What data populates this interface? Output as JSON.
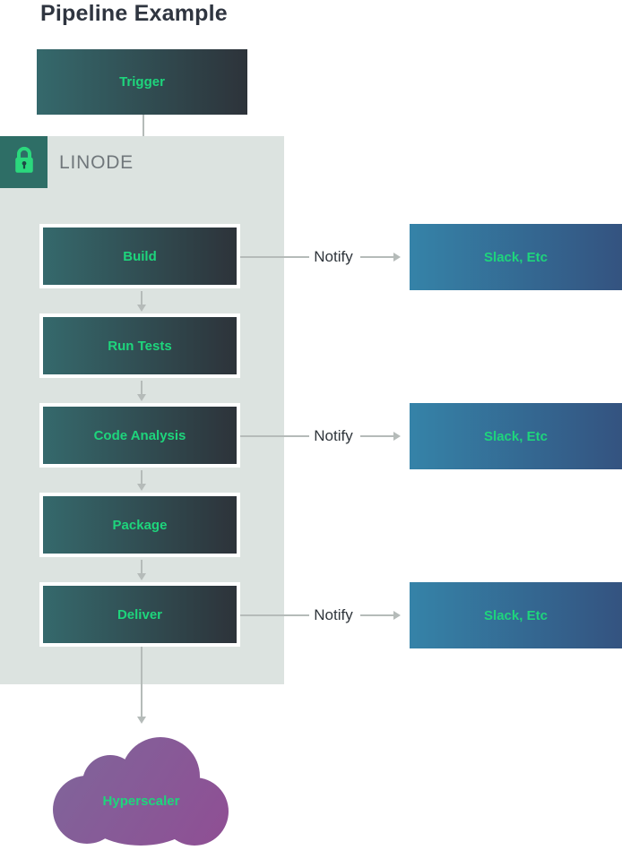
{
  "title": "Pipeline Example",
  "trigger": {
    "label": "Trigger"
  },
  "linode": {
    "label": "LINODE",
    "icon": "lock-icon"
  },
  "pipeline": [
    {
      "label": "Build"
    },
    {
      "label": "Run Tests"
    },
    {
      "label": "Code Analysis"
    },
    {
      "label": "Package"
    },
    {
      "label": "Deliver"
    }
  ],
  "notify_rows": [
    {
      "source": "Build",
      "label": "Notify",
      "target": "Slack, Etc"
    },
    {
      "source": "Code Analysis",
      "label": "Notify",
      "target": "Slack, Etc"
    },
    {
      "source": "Deliver",
      "label": "Notify",
      "target": "Slack, Etc"
    }
  ],
  "cloud": {
    "label": "Hyperscaler"
  },
  "colors": {
    "accent_green": "#1ed57c",
    "node_gradient_start": "#35696c",
    "node_gradient_end": "#2d333a",
    "slack_gradient_start": "#3583a8",
    "slack_gradient_end": "#345380",
    "container_bg": "#dce3e0",
    "lock_badge_bg": "#2e6e66",
    "cloud_gradient_start": "#80649a",
    "cloud_gradient_end": "#8f4f94",
    "arrow_gray": "#b5bbb9",
    "title_color": "#2f3540",
    "linode_label_color": "#70777b"
  }
}
